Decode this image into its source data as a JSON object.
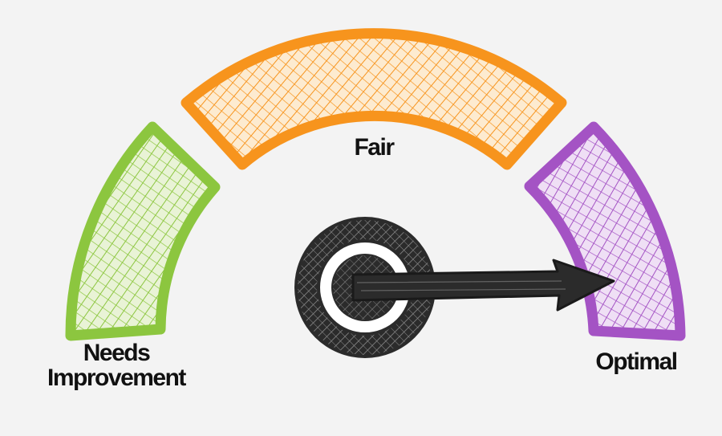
{
  "gauge": {
    "segments": [
      {
        "id": "needs-improvement",
        "lines": [
          "Needs",
          "Improvement"
        ],
        "color": "#8cc63f"
      },
      {
        "id": "fair",
        "lines": [
          "Fair"
        ],
        "color": "#f7941d"
      },
      {
        "id": "optimal",
        "lines": [
          "Optimal"
        ],
        "color": "#a453c4"
      }
    ],
    "pointer_color": "#2b2b2b",
    "pointer_target": "optimal"
  }
}
